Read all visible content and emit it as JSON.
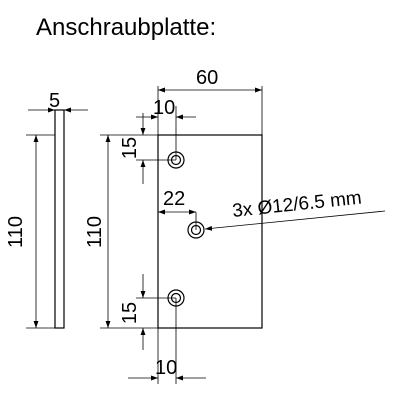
{
  "title": "Anschraubplatte:",
  "dimensions": {
    "thickness": "5",
    "width": "60",
    "height_side": "110",
    "height_front": "110",
    "hole_top_offset_x": "10",
    "hole_top_offset_y": "15",
    "hole_mid_offset_x": "22",
    "hole_bottom_offset_y": "15",
    "hole_bottom_offset_x": "10"
  },
  "callout": "3x Ø12/6.5 mm"
}
